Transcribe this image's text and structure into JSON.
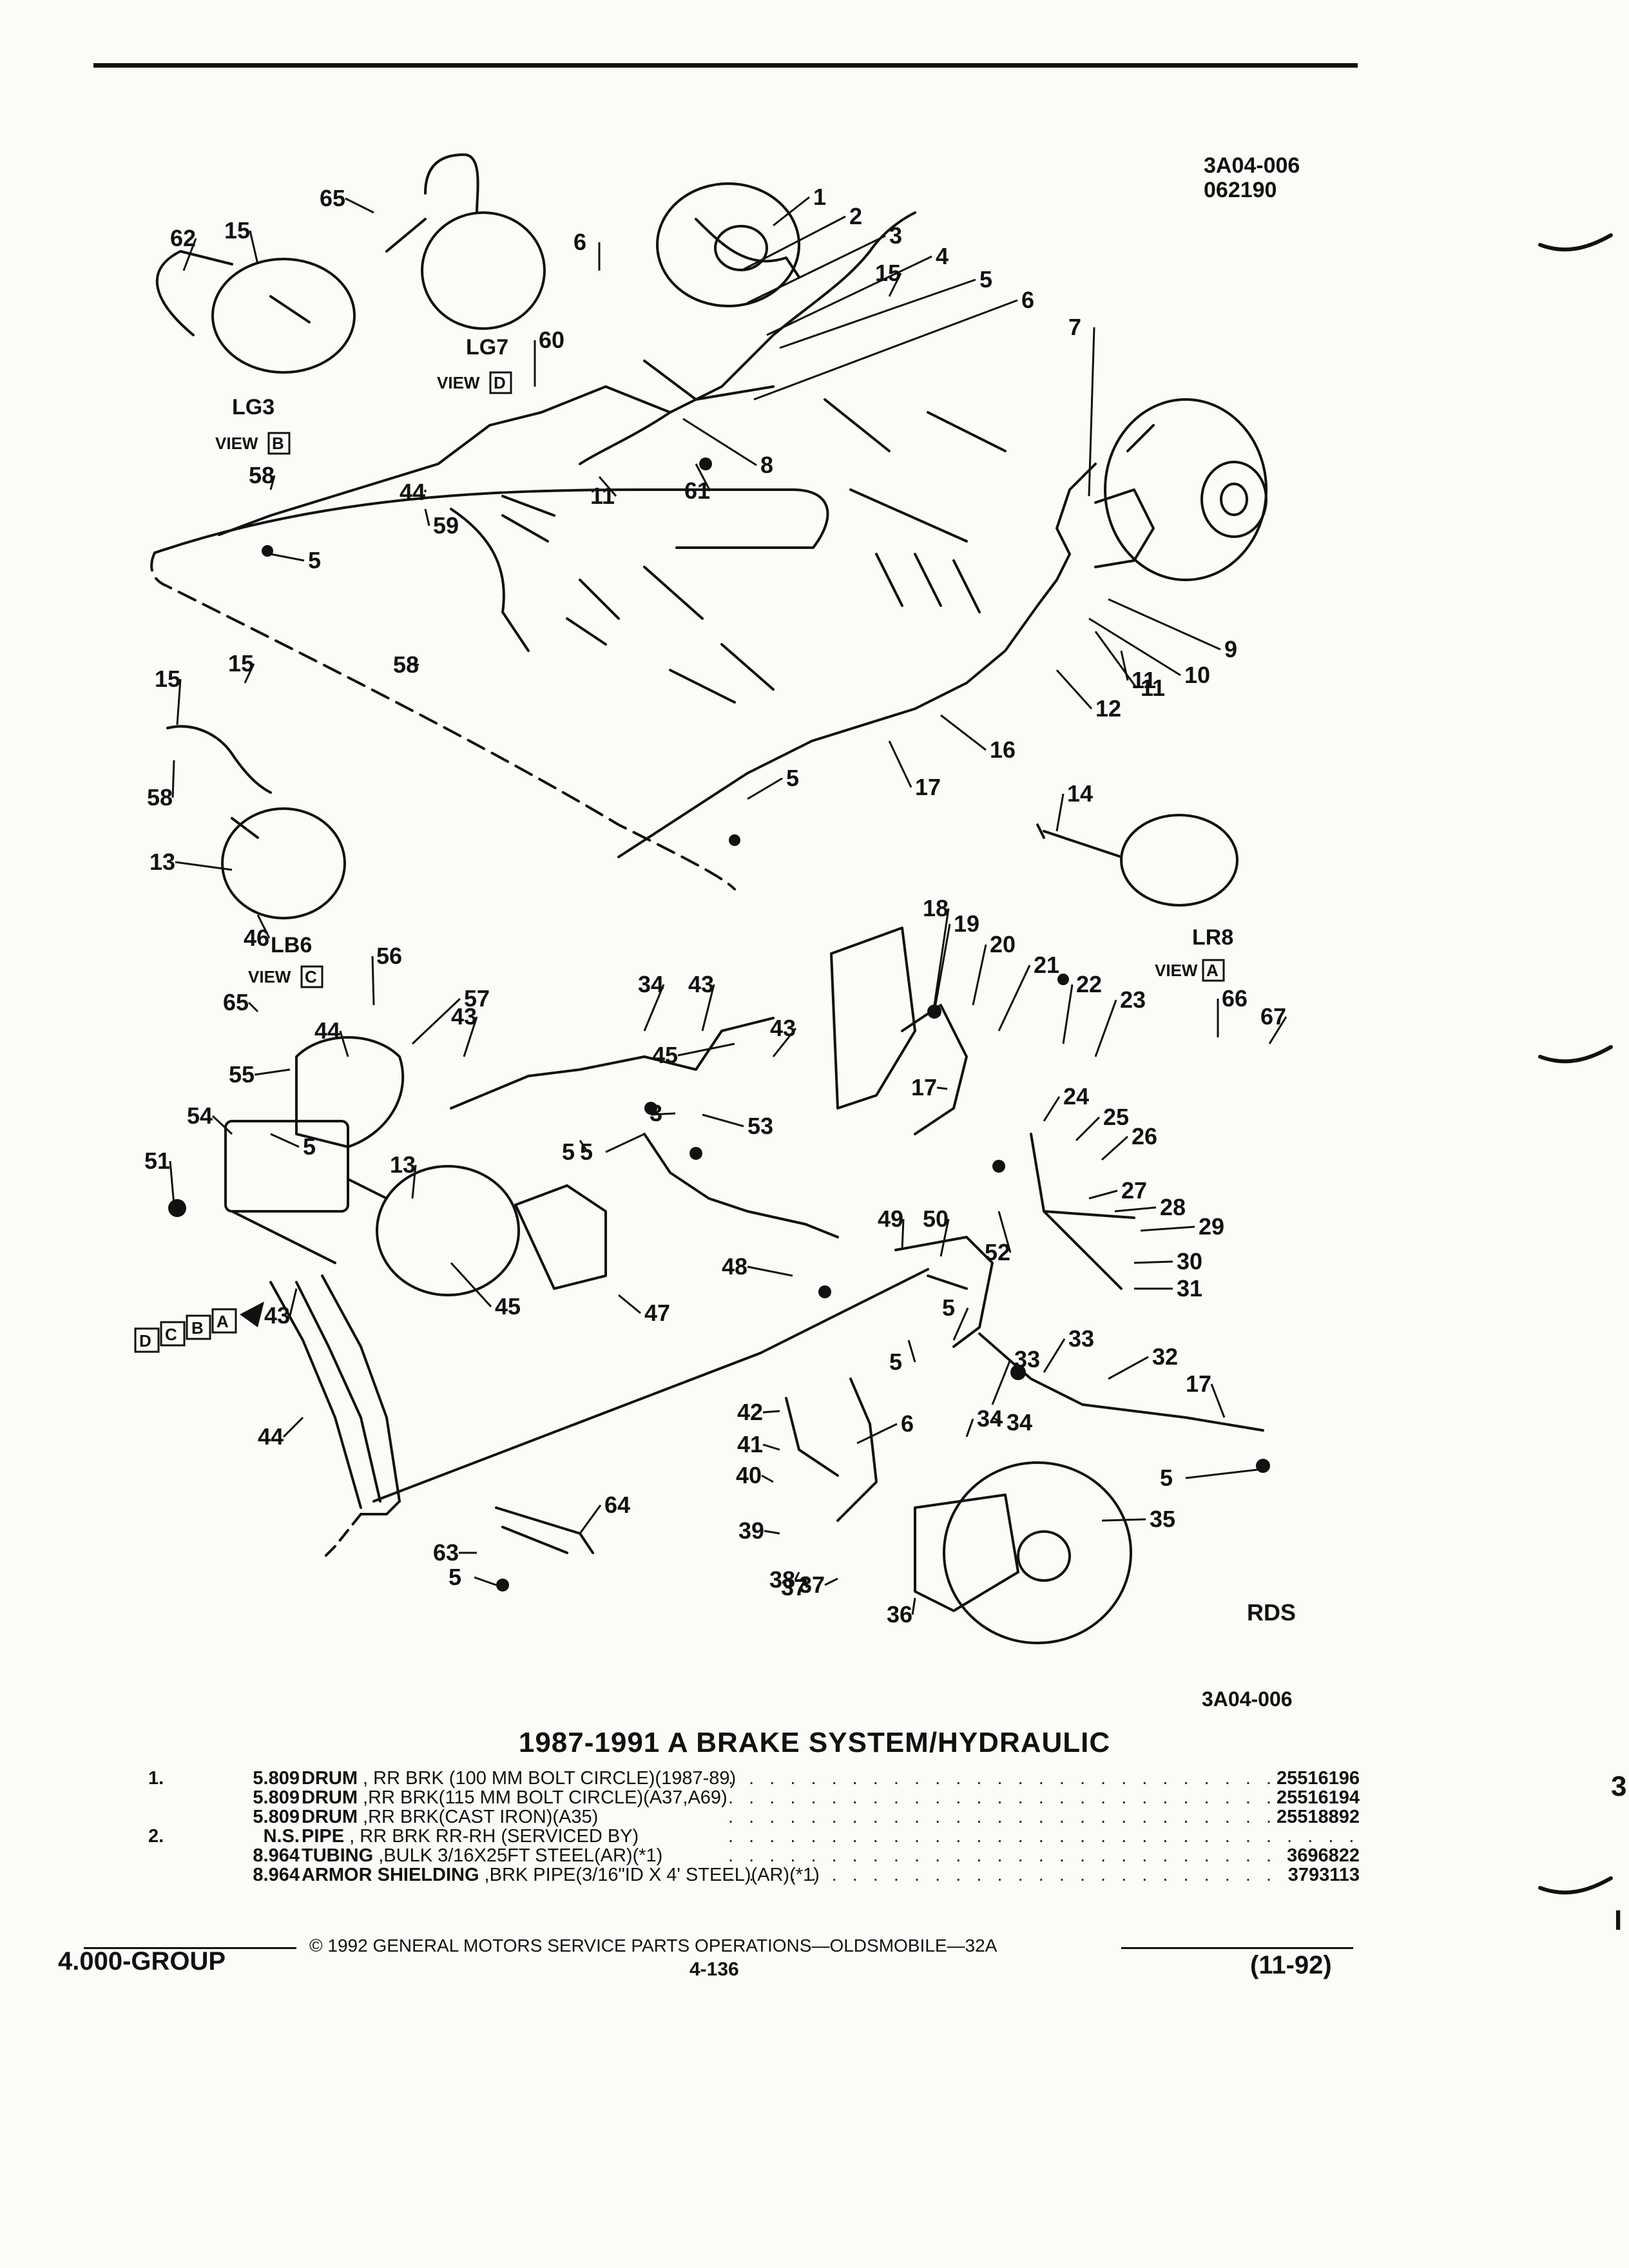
{
  "drawing": {
    "code_top": "3A04-006",
    "date_code": "062190",
    "code_bottom": "3A04-006",
    "rds_label": "RDS",
    "view_word": "VIEW",
    "views": [
      {
        "model": "LG3",
        "letter": "B"
      },
      {
        "model": "LG7",
        "letter": "D"
      },
      {
        "model": "LB6",
        "letter": "C"
      },
      {
        "model": "LR8",
        "letter": "A"
      }
    ],
    "view_strip": [
      "D",
      "C",
      "B",
      "A"
    ],
    "callouts": [
      "1",
      "2",
      "3",
      "4",
      "5",
      "6",
      "7",
      "8",
      "9",
      "10",
      "11",
      "12",
      "13",
      "14",
      "15",
      "16",
      "17",
      "18",
      "19",
      "20",
      "21",
      "22",
      "23",
      "24",
      "25",
      "26",
      "27",
      "28",
      "29",
      "30",
      "31",
      "32",
      "33",
      "34",
      "35",
      "36",
      "37",
      "38",
      "39",
      "40",
      "41",
      "42",
      "43",
      "44",
      "45",
      "46",
      "47",
      "48",
      "49",
      "50",
      "51",
      "52",
      "53",
      "54",
      "55",
      "56",
      "57",
      "58",
      "59",
      "60",
      "61",
      "62",
      "63",
      "64",
      "65",
      "66",
      "67"
    ]
  },
  "title": "1987-1991 A BRAKE SYSTEM/HYDRAULIC",
  "parts": [
    {
      "ref": "1.",
      "group": "5.809",
      "name": "DRUM",
      "desc": " , RR BRK (100 MM BOLT CIRCLE)(1987-89)",
      "part_no": "25516196"
    },
    {
      "ref": "",
      "group": "5.809",
      "name": "DRUM",
      "desc": " ,RR BRK(115 MM BOLT CIRCLE)(A37,A69)",
      "part_no": "25516194"
    },
    {
      "ref": "",
      "group": "5.809",
      "name": "DRUM",
      "desc": " ,RR BRK(CAST IRON)(A35)",
      "part_no": "25518892"
    },
    {
      "ref": "2.",
      "group": "N.S.",
      "name": "PIPE",
      "desc": " , RR BRK RR-RH (SERVICED BY)",
      "part_no": ""
    },
    {
      "ref": "",
      "group": "8.964",
      "name": "TUBING",
      "desc": " ,BULK 3/16X25FT STEEL(AR)(*1)",
      "part_no": "3696822"
    },
    {
      "ref": "",
      "group": "8.964",
      "name": "ARMOR SHIELDING",
      "desc": " ,BRK PIPE(3/16\"ID X 4' STEEL)(AR)(*1)",
      "part_no": "3793113"
    }
  ],
  "footer": {
    "copyright": "©  1992  GENERAL MOTORS SERVICE PARTS OPERATIONS—OLDSMOBILE—32A",
    "group": "4.000-GROUP",
    "page": "4-136",
    "date": "(11-92)"
  },
  "edge_marks": {
    "mid": "3",
    "low": "I"
  }
}
